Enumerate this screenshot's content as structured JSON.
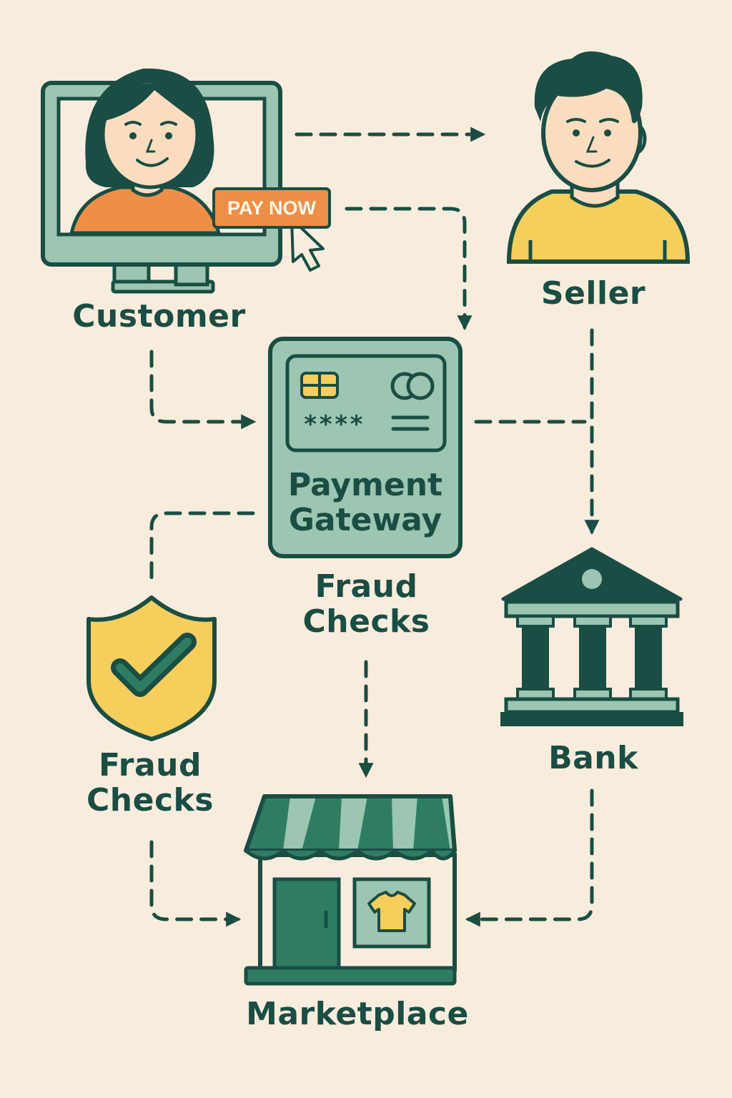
{
  "diagram": {
    "customer_label": "Customer",
    "pay_button_label": "PAY NOW",
    "seller_label": "Seller",
    "gateway_title_line1": "Payment",
    "gateway_title_line2": "Gateway",
    "card_mask": "****",
    "gateway_fraud_line1": "Fraud",
    "gateway_fraud_line2": "Checks",
    "shield_fraud_line1": "Fraud",
    "shield_fraud_line2": "Checks",
    "bank_label": "Bank",
    "marketplace_label": "Marketplace"
  },
  "icons": {
    "customer": "monitor-person-icon",
    "cursor": "cursor-icon",
    "seller": "person-icon",
    "gateway": "credit-card-icon",
    "shield": "shield-check-icon",
    "bank": "bank-icon",
    "market": "storefront-icon",
    "shirt": "t-shirt-icon"
  },
  "colors": {
    "background": "#f8ecdc",
    "ink": "#1a4d44",
    "sage": "#9cc6b1",
    "deep_green": "#2e7d63",
    "orange": "#ef8f47",
    "yellow": "#f6ce5c",
    "skin": "#fbdcbf"
  }
}
